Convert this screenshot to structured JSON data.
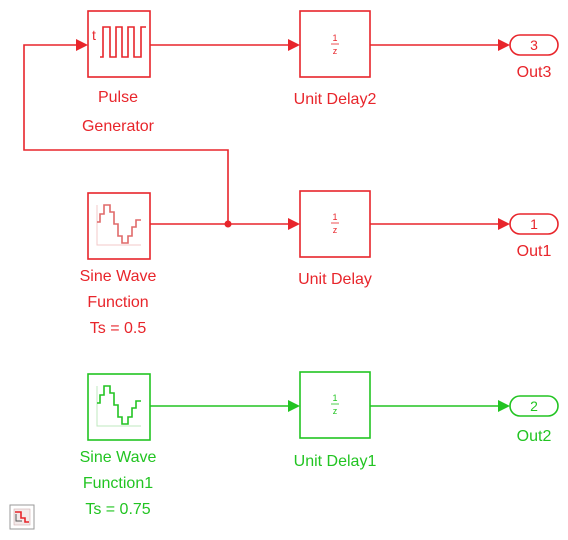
{
  "colors": {
    "red": "#e8252b",
    "green": "#22c422",
    "block_fill": "#ffffff",
    "icon_border": "#e06a6a",
    "icon_fill": "#f6d9d9"
  },
  "blocks": {
    "pulse_generator": {
      "label_line1": "Pulse",
      "label_line2": "Generator",
      "icon_text": "t",
      "icon": "pulse-train-icon"
    },
    "sine_wave_function": {
      "label_line1": "Sine Wave",
      "label_line2": "Function",
      "label_line3": "Ts = 0.5",
      "icon": "discrete-sine-icon"
    },
    "sine_wave_function1": {
      "label_line1": "Sine Wave",
      "label_line2": "Function1",
      "label_line3": "Ts = 0.75",
      "icon": "discrete-sine-icon"
    },
    "unit_delay": {
      "label": "Unit Delay",
      "numerator": "1",
      "denominator": "z"
    },
    "unit_delay1": {
      "label": "Unit Delay1",
      "numerator": "1",
      "denominator": "z"
    },
    "unit_delay2": {
      "label": "Unit Delay2",
      "numerator": "1",
      "denominator": "z"
    }
  },
  "outports": {
    "out1": {
      "number": "1",
      "label": "Out1"
    },
    "out2": {
      "number": "2",
      "label": "Out2"
    },
    "out3": {
      "number": "3",
      "label": "Out3"
    }
  },
  "badge": {
    "icon": "sample-time-badge-icon"
  }
}
